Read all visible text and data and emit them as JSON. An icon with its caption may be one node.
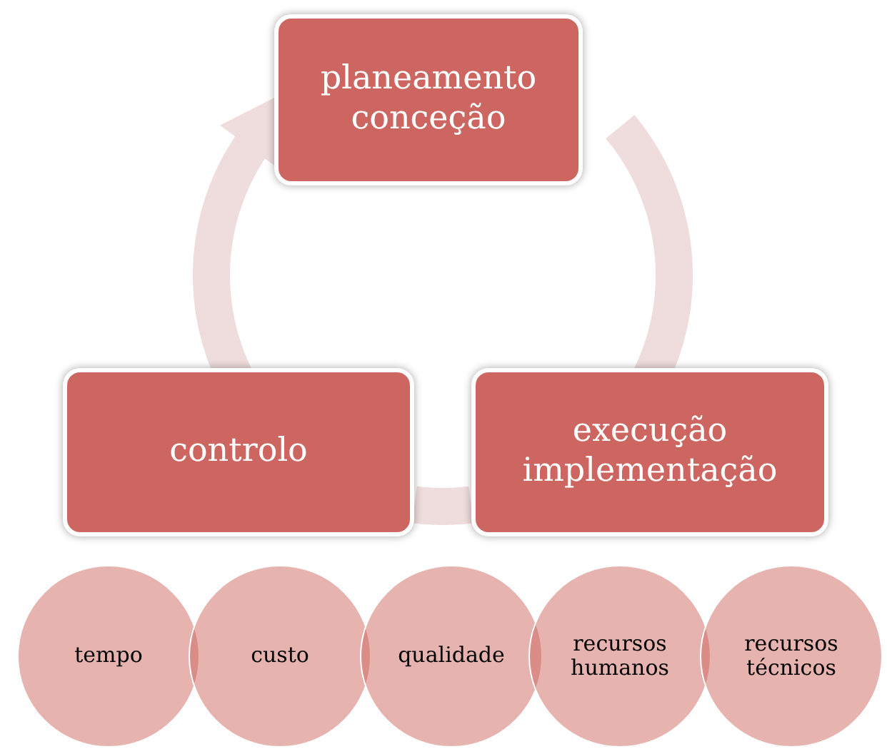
{
  "diagram": {
    "nodes": [
      {
        "text": [
          "planeamento conceção"
        ]
      },
      {
        "text": [
          "execução implementação"
        ]
      },
      {
        "text": [
          "controlo"
        ]
      },
      {
        "text": [
          "tempo"
        ]
      },
      {
        "text": [
          "custo"
        ]
      },
      {
        "text": [
          "qualidade"
        ]
      },
      {
        "text": [
          "recursos humanos"
        ]
      },
      {
        "text": [
          "recursos técnicos"
        ]
      }
    ],
    "edges": [
      {
        "from": 0,
        "to": 1,
        "arrow": "none"
      },
      {
        "from": 1,
        "to": 2,
        "arrow": "none"
      },
      {
        "from": 2,
        "to": 0,
        "arrow": "to"
      }
    ]
  }
}
